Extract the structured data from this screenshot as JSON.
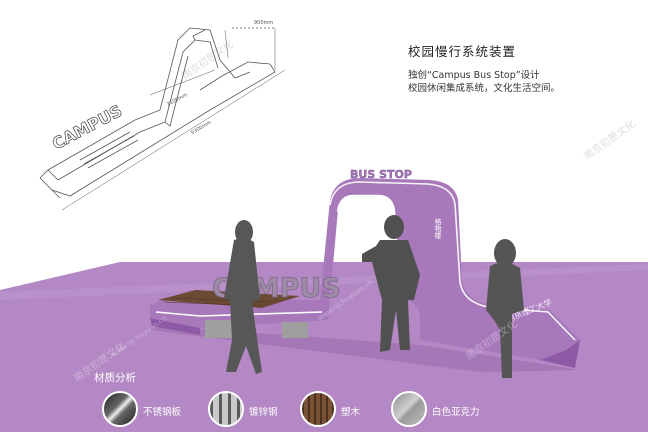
{
  "heading": {
    "title": "校园慢行系统装置",
    "line1": "独创“Campus Bus Stop”设计",
    "line2": "校园休闲集成系统，文化生活空间。"
  },
  "sketch": {
    "dim_height": "900mm",
    "dim_mid": "2100mm",
    "dim_length": "9300mm",
    "sign_text": "CAMPUS"
  },
  "render": {
    "bus_stop_sign": "BUS STOP",
    "campus_sign": "CAMPUS",
    "side_label": "格物楼",
    "school_mark": "南京理工大学"
  },
  "materials": {
    "title": "材质分析",
    "items": [
      {
        "label": "不锈钢板",
        "icon": "steel-plate-icon"
      },
      {
        "label": "镀锌钢",
        "icon": "galvanized-steel-icon"
      },
      {
        "label": "塑木",
        "icon": "plastic-wood-icon"
      },
      {
        "label": "白色亚克力",
        "icon": "acrylic-icon"
      }
    ]
  },
  "watermarks": [
    "南京初愿文化",
    "www.njchuyuan.cn"
  ],
  "colors": {
    "purple": "#a779bb",
    "floor": "#b487c6",
    "purple_dark": "#8e5aa6"
  }
}
